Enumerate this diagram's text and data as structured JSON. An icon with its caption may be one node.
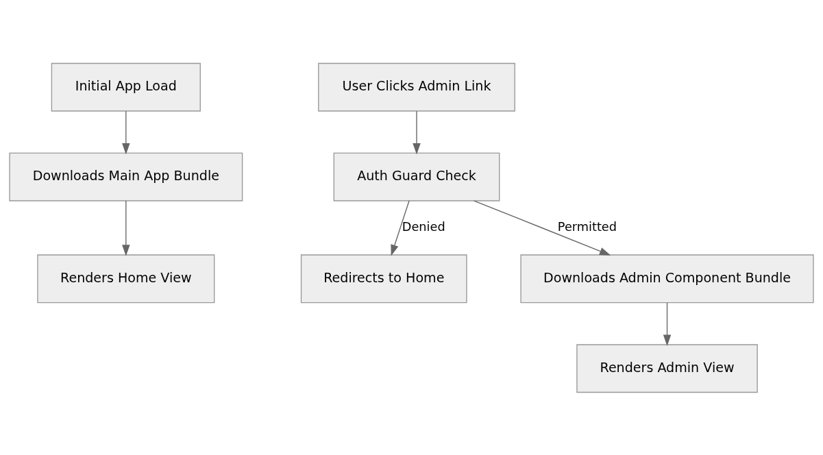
{
  "diagram": {
    "nodes": [
      {
        "text": [
          "Initial App Load"
        ]
      },
      {
        "text": [
          "Downloads Main App Bundle"
        ]
      },
      {
        "text": [
          "Renders Home View"
        ]
      },
      {
        "text": [
          "User Clicks Admin Link"
        ]
      },
      {
        "text": [
          "Auth Guard Check"
        ]
      },
      {
        "text": [
          "Redirects to Home"
        ]
      },
      {
        "text": [
          "Downloads Admin Component Bundle"
        ]
      },
      {
        "text": [
          "Renders Admin View"
        ]
      }
    ],
    "edges": [
      {
        "from": 0,
        "to": 1,
        "arrow": "to"
      },
      {
        "from": 1,
        "to": 2,
        "arrow": "to"
      },
      {
        "from": 3,
        "to": 4,
        "arrow": "to"
      },
      {
        "from": 4,
        "to": 5,
        "arrow": "to",
        "label": "Denied"
      },
      {
        "from": 4,
        "to": 6,
        "arrow": "to",
        "label": "Permitted"
      },
      {
        "from": 6,
        "to": 7,
        "arrow": "to"
      }
    ]
  }
}
